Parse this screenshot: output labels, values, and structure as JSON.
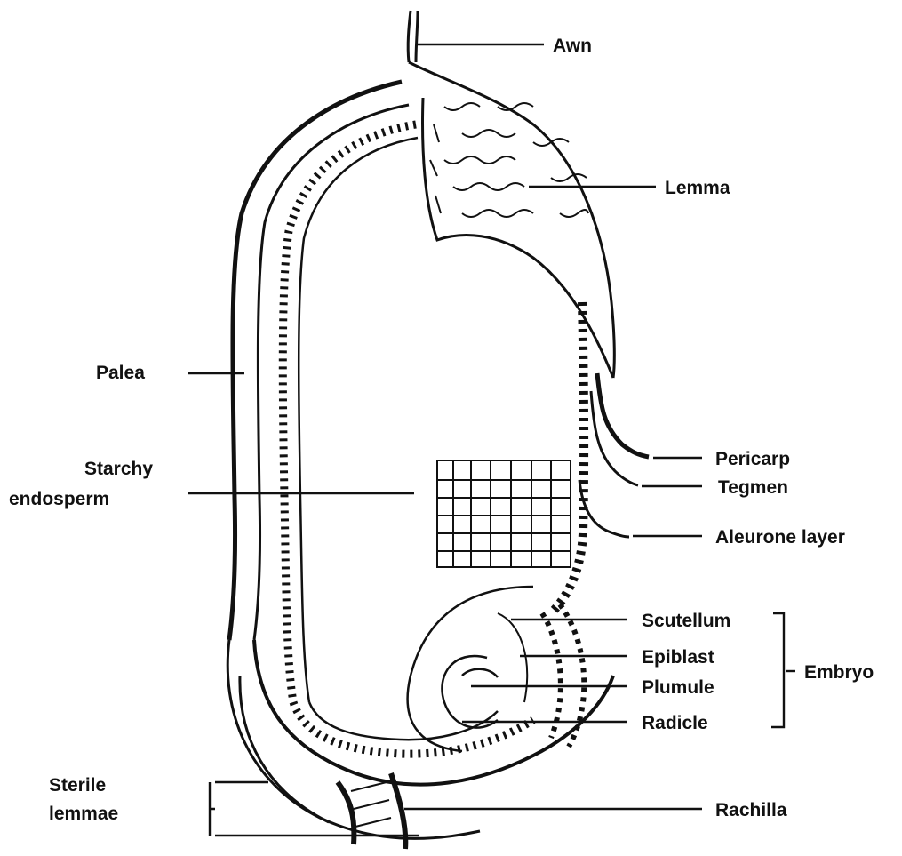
{
  "labels": {
    "awn": "Awn",
    "lemma": "Lemma",
    "palea": "Palea",
    "starchy_endosperm_1": "Starchy",
    "starchy_endosperm_2": "endosperm",
    "pericarp": "Pericarp",
    "tegmen": "Tegmen",
    "aleurone_layer": "Aleurone layer",
    "scutellum": "Scutellum",
    "epiblast": "Epiblast",
    "plumule": "Plumule",
    "radicle": "Radicle",
    "embryo": "Embryo",
    "sterile_lemmae_1": "Sterile",
    "sterile_lemmae_2": "lemmae",
    "rachilla": "Rachilla"
  },
  "colors": {
    "ink": "#111111",
    "background": "#ffffff"
  }
}
